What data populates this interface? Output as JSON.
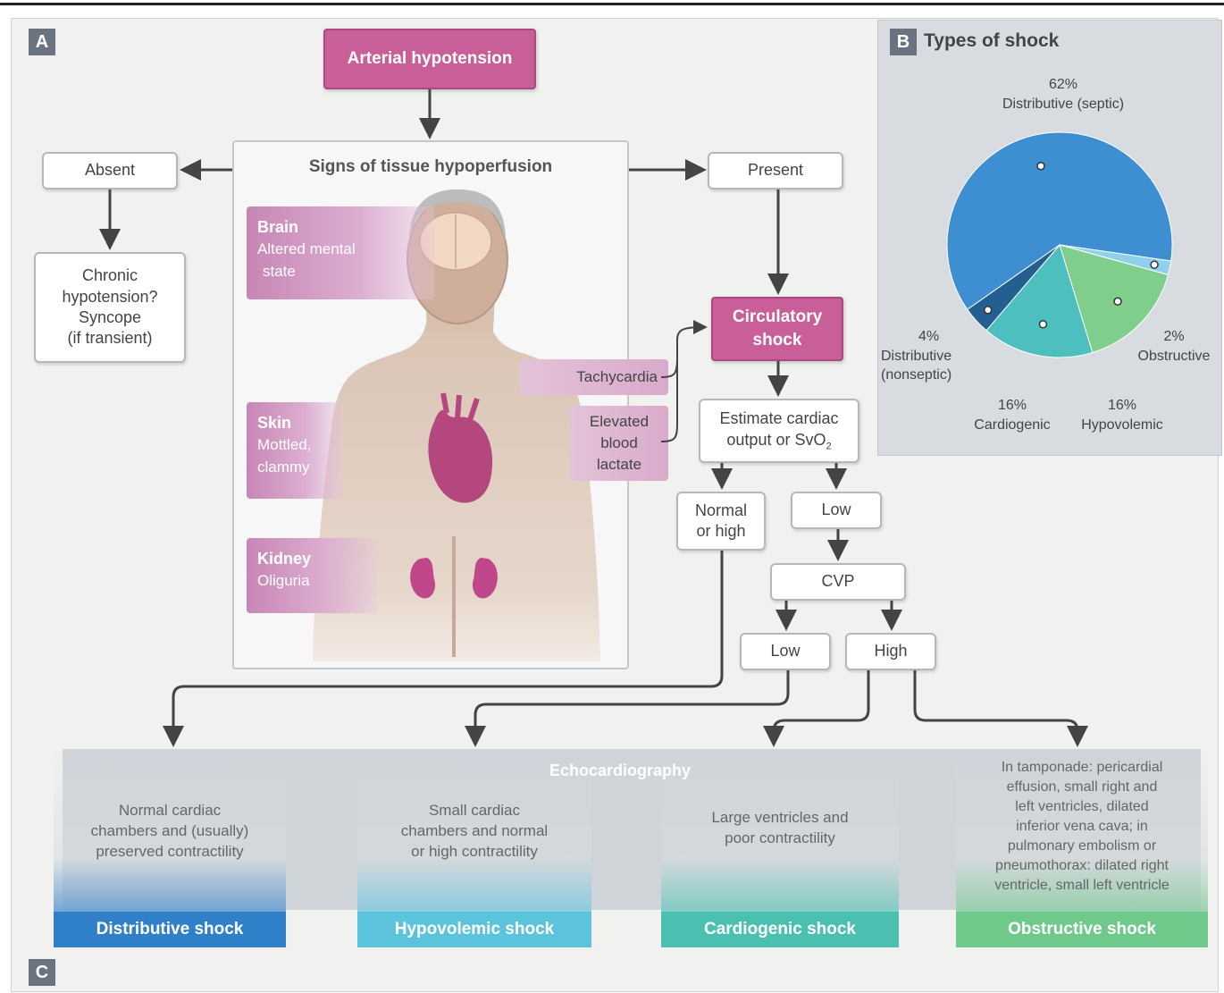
{
  "panel_letters": {
    "a": "A",
    "b": "B",
    "c": "C"
  },
  "nodes": {
    "arterial": "Arterial hypotension",
    "signs_title": "Signs of tissue hypoperfusion",
    "absent": "Absent",
    "present": "Present",
    "chronic_l1": "Chronic",
    "chronic_l2": "hypotension?",
    "chronic_l3": "Syncope",
    "chronic_l4": "(if transient)",
    "circ_l1": "Circulatory",
    "circ_l2": "shock",
    "estimate_l1": "Estimate cardiac",
    "estimate_l2": "output or SvO",
    "estimate_sub": "2",
    "normal_l1": "Normal",
    "normal_l2": "or high",
    "low_co": "Low",
    "cvp": "CVP",
    "low_cvp": "Low",
    "high_cvp": "High"
  },
  "organs": {
    "brain_title": "Brain",
    "brain_l1": "Altered mental",
    "brain_l2": "state",
    "skin_title": "Skin",
    "skin_l1": "Mottled,",
    "skin_l2": "clammy",
    "kidney_title": "Kidney",
    "kidney_l1": "Oliguria"
  },
  "signs": {
    "tachy": "Tachycardia",
    "lactate_l1": "Elevated",
    "lactate_l2": "blood",
    "lactate_l3": "lactate"
  },
  "echo": {
    "label": "Echocardiography",
    "columns": [
      {
        "lines": [
          "Normal cardiac",
          "chambers and (usually)",
          "preserved contractility"
        ],
        "footer": "Distributive shock",
        "color": "#2f7fc9"
      },
      {
        "lines": [
          "Small cardiac",
          "chambers and normal",
          "or high contractility"
        ],
        "footer": "Hypovolemic shock",
        "color": "#5bc3dc"
      },
      {
        "lines": [
          "Large ventricles and",
          "poor contractility"
        ],
        "footer": "Cardiogenic shock",
        "color": "#4cc0b0"
      },
      {
        "lines": [
          "In tamponade: pericardial",
          "effusion, small right and",
          "left ventricles, dilated",
          "inferior vena cava; in",
          "pulmonary embolism or",
          "pneumothorax: dilated right",
          "ventricle, small left ventricle"
        ],
        "footer": "Obstructive shock",
        "color": "#6fc98a"
      }
    ]
  },
  "pie_title": "Types of shock",
  "chart_data": {
    "type": "pie",
    "title": "Types of shock",
    "slices": [
      {
        "label_lines": [
          "Distributive (septic)"
        ],
        "percent_text": "62%",
        "value": 62,
        "color": "#3e8fd1"
      },
      {
        "label_lines": [
          "Obstructive"
        ],
        "percent_text": "2%",
        "value": 2,
        "color": "#8fd0ea"
      },
      {
        "label_lines": [
          "Hypovolemic"
        ],
        "percent_text": "16%",
        "value": 16,
        "color": "#7fce8c"
      },
      {
        "label_lines": [
          "Cardiogenic"
        ],
        "percent_text": "16%",
        "value": 16,
        "color": "#4dbfbe"
      },
      {
        "label_lines": [
          "Distributive",
          "(nonseptic)"
        ],
        "percent_text": "4%",
        "value": 4,
        "color": "#245f92"
      }
    ]
  }
}
